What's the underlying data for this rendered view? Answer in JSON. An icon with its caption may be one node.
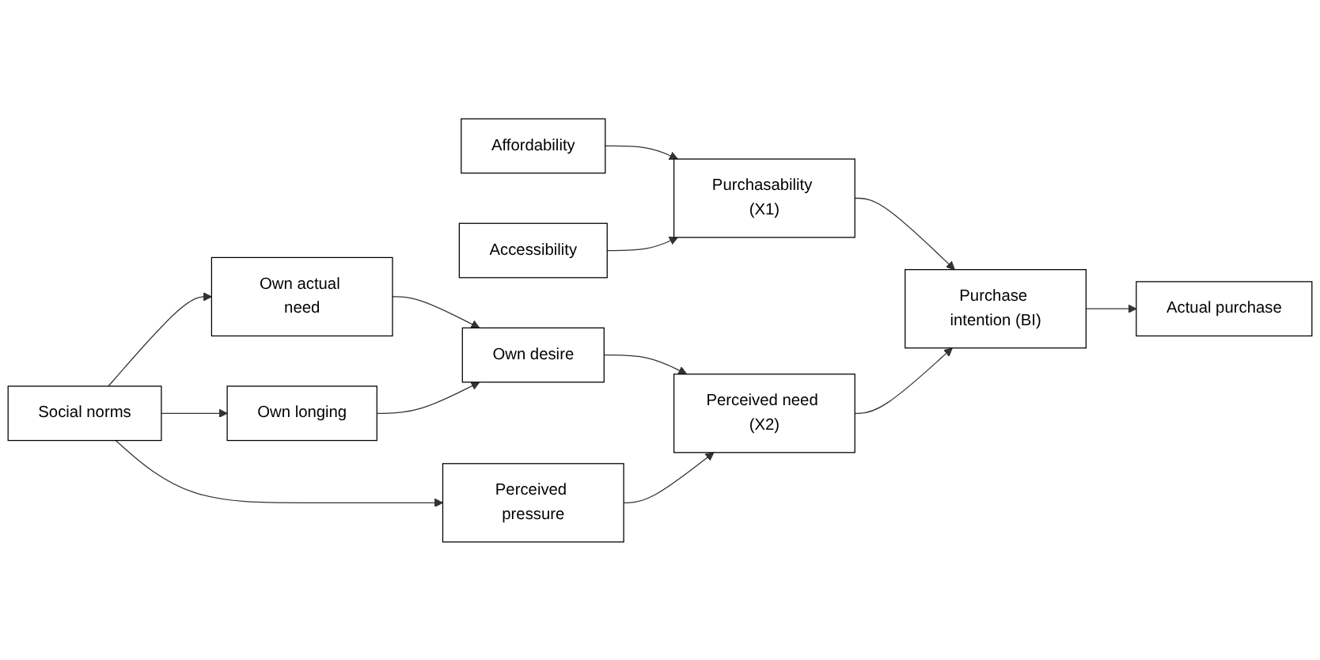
{
  "diagram": {
    "nodes": [
      {
        "text": [
          "Own actual need"
        ]
      },
      {
        "text": [
          "Own longing"
        ]
      },
      {
        "text": [
          "Social norms"
        ]
      },
      {
        "text": [
          "Affordability"
        ]
      },
      {
        "text": [
          "Accessibility"
        ]
      },
      {
        "text": [
          "Own desire"
        ]
      },
      {
        "text": [
          "Perceived pressure"
        ]
      },
      {
        "text": [
          "Purchasability (X1)"
        ]
      },
      {
        "text": [
          "Perceived need (X2)"
        ]
      },
      {
        "text": [
          "Purchase intention (BI)"
        ]
      },
      {
        "text": [
          "Actual purchase"
        ]
      }
    ],
    "edges": [
      {
        "from": 2,
        "to": 0,
        "arrow": "to"
      },
      {
        "from": 2,
        "to": 1,
        "arrow": "to"
      },
      {
        "from": 2,
        "to": 6,
        "arrow": "to"
      },
      {
        "from": 0,
        "to": 5,
        "arrow": "to"
      },
      {
        "from": 1,
        "to": 5,
        "arrow": "to"
      },
      {
        "from": 3,
        "to": 7,
        "arrow": "to"
      },
      {
        "from": 4,
        "to": 7,
        "arrow": "to"
      },
      {
        "from": 5,
        "to": 8,
        "arrow": "to"
      },
      {
        "from": 6,
        "to": 8,
        "arrow": "to"
      },
      {
        "from": 7,
        "to": 9,
        "arrow": "to"
      },
      {
        "from": 8,
        "to": 9,
        "arrow": "to"
      },
      {
        "from": 9,
        "to": 10,
        "arrow": "to"
      }
    ]
  }
}
